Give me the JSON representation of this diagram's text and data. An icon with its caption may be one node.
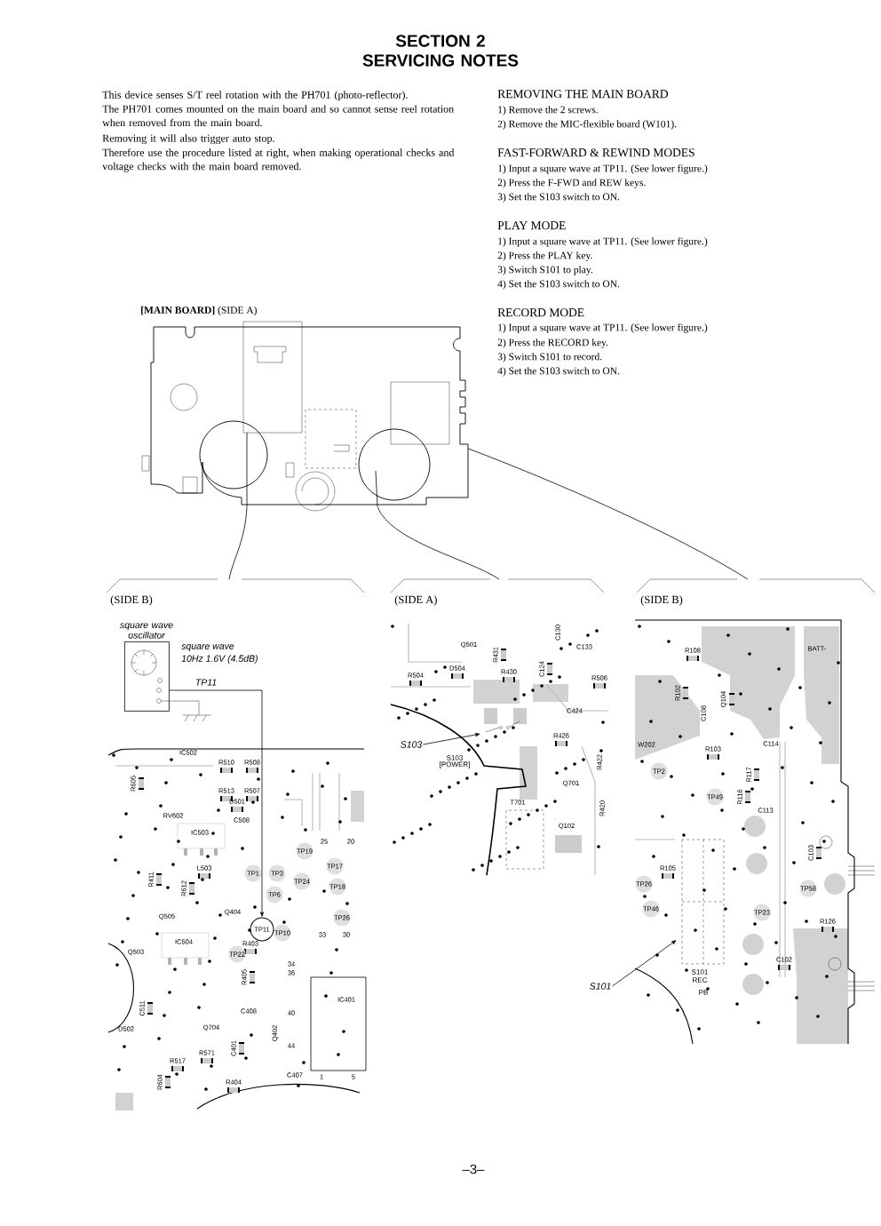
{
  "diagram": {
    "title": "SECTION 2 SERVICING NOTES",
    "nodes": [
      {
        "text": [
          "**[MAIN BOARD]** (SIDE A)"
        ]
      },
      {
        "text": [
          "(SIDE B)"
        ]
      },
      {
        "text": [
          "(SIDE A)"
        ]
      },
      {
        "text": [
          "(SIDE B)"
        ]
      },
      {
        "text": [
          "square wave oscillator"
        ]
      },
      {
        "text": [
          "TP11"
        ]
      },
      {
        "text": [
          "S103"
        ]
      },
      {
        "text": [
          "S101"
        ]
      }
    ],
    "edges": [
      {
        "from": 0,
        "to": 1,
        "arrow": "none"
      },
      {
        "from": 0,
        "to": 2,
        "arrow": "none"
      },
      {
        "from": 0,
        "to": 3,
        "arrow": "none"
      },
      {
        "from": 4,
        "to": 5,
        "arrow": "to",
        "label": "TP11"
      },
      {
        "from": 6,
        "to": null,
        "arrow": "to"
      },
      {
        "from": 7,
        "to": null,
        "arrow": "to"
      }
    ],
    "labels": [
      "This device senses S/T reel rotation with the PH701 (photo-reflector).",
      "The PH701 comes mounted on the main board and so cannot sense reel rotation when removed from the main board.",
      "Removing it will also trigger auto stop.",
      "Therefore use the procedure listed at right, when making operational checks and voltage checks with the main board removed.",
      "REMOVING THE MAIN BOARD",
      "1) Remove the 2 screws.",
      "2) Remove the MIC-flexible board (W101).",
      "FAST-FORWARD & REWIND MODES",
      "1) Input a square wave at TP11. (See lower figure.)",
      "2) Press the F-FWD and REW keys.",
      "3) Set the S103 switch to ON.",
      "PLAY MODE",
      "1) Input a square wave at TP11. (See lower figure.)",
      "2) Press the PLAY key.",
      "3) Switch S101 to play.",
      "4) Set the S103 switch to ON.",
      "RECORD MODE",
      "1) Input a square wave at TP11. (See lower figure.)",
      "2) Press the RECORD key.",
      "3) Switch S101 to record.",
      "4) Set the S103 switch to ON.",
      "square wave",
      "10Hz 1.6V (4.5dB)",
      "S103",
      "[POWER]",
      "S101",
      "REC",
      "PB",
      "–3–",
      "IC502",
      "R510",
      "R508",
      "R605",
      "R513",
      "R507",
      "D501",
      "RV602",
      "C508",
      "IC503",
      "25",
      "20",
      "TP19",
      "L503",
      "TP17",
      "R411",
      "R612",
      "TP1",
      "TP3",
      "TP24",
      "TP18",
      "TP6",
      "Q505",
      "Q404",
      "TP26",
      "TP10",
      "33",
      "30",
      "IC504",
      "R403",
      "Q503",
      "TP22",
      "R405",
      "34",
      "36",
      "IC401",
      "C511",
      "C408",
      "40",
      "D502",
      "Q704",
      "Q402",
      "R517",
      "R571",
      "C401",
      "44",
      "R604",
      "R404",
      "C407",
      "1",
      "5",
      "C130",
      "Q501",
      "R431",
      "C133",
      "R504",
      "D504",
      "R430",
      "C124",
      "R506",
      "C424",
      "R426",
      "R422",
      "Q701",
      "T701",
      "R420",
      "Q102",
      "R108",
      "BATT-",
      "R102",
      "Q104",
      "C108",
      "W202",
      "R103",
      "C114",
      "TP2",
      "R117",
      "TP49",
      "R116",
      "C113",
      "C103",
      "R105",
      "TP26",
      "TP58",
      "TP46",
      "TP23",
      "R126",
      "C102"
    ]
  }
}
